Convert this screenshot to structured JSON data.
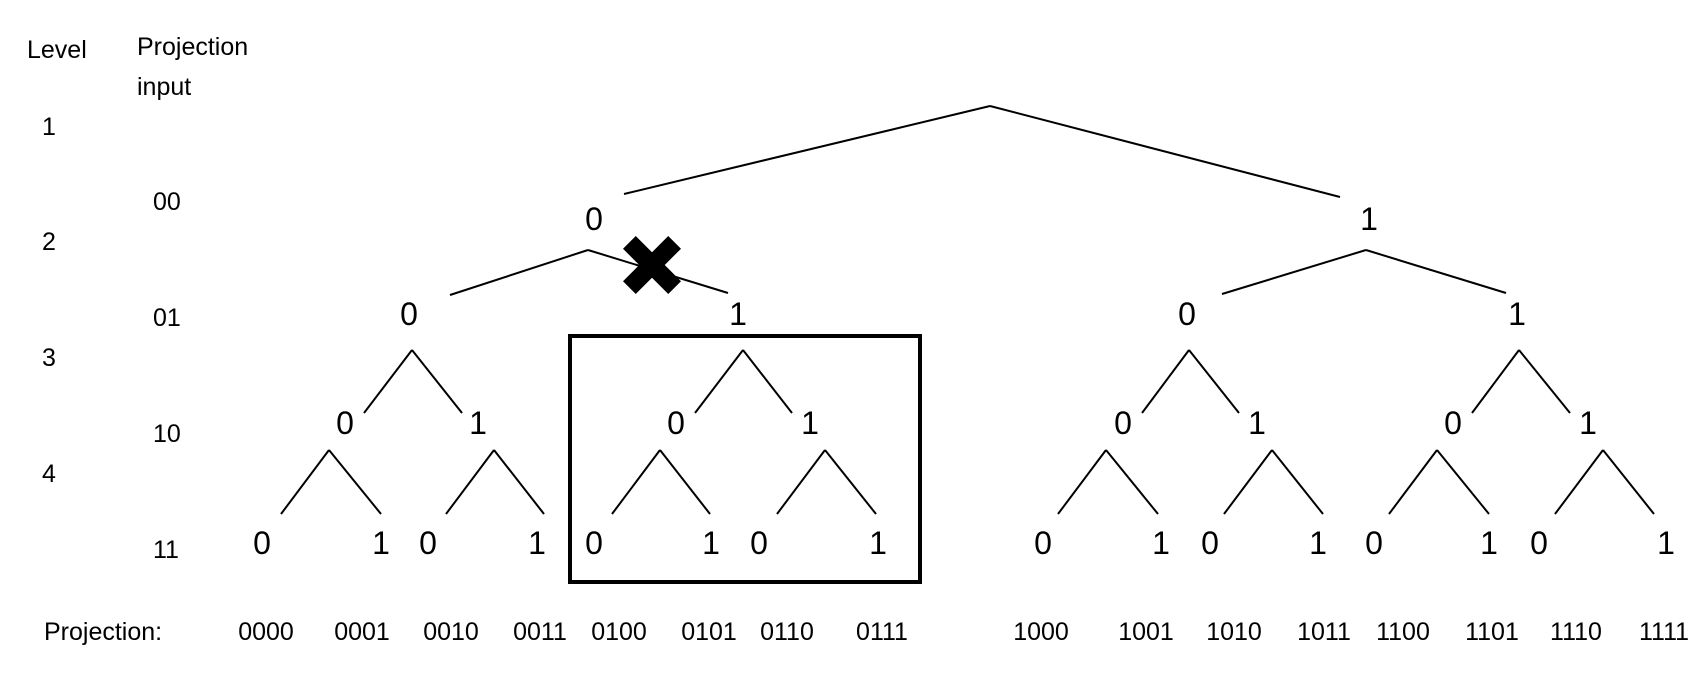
{
  "headers": {
    "level": "Level",
    "projection_input_line1": "Projection",
    "projection_input_line2": "input",
    "projection": "Projection:"
  },
  "levels": [
    "1",
    "2",
    "3",
    "4"
  ],
  "projection_inputs": [
    "00",
    "01",
    "10",
    "11"
  ],
  "tree": {
    "root": "",
    "level2": [
      "0",
      "1"
    ],
    "level3": [
      "0",
      "1",
      "0",
      "1"
    ],
    "level4": [
      "0",
      "1",
      "0",
      "1",
      "0",
      "1",
      "0",
      "1"
    ],
    "leaves": [
      "0",
      "1",
      "0",
      "1",
      "0",
      "1",
      "0",
      "1",
      "0",
      "1",
      "0",
      "1",
      "0",
      "1",
      "0",
      "1"
    ]
  },
  "projections": [
    "0000",
    "0001",
    "0010",
    "0011",
    "0100",
    "0101",
    "0110",
    "0111",
    "1000",
    "1001",
    "1010",
    "1011",
    "1100",
    "1101",
    "1110",
    "1111"
  ],
  "highlighted_subtree": "0100-0111",
  "pruned_branch_icon": "x-mark-icon",
  "colors": {
    "ink": "#000000",
    "background": "#ffffff"
  }
}
